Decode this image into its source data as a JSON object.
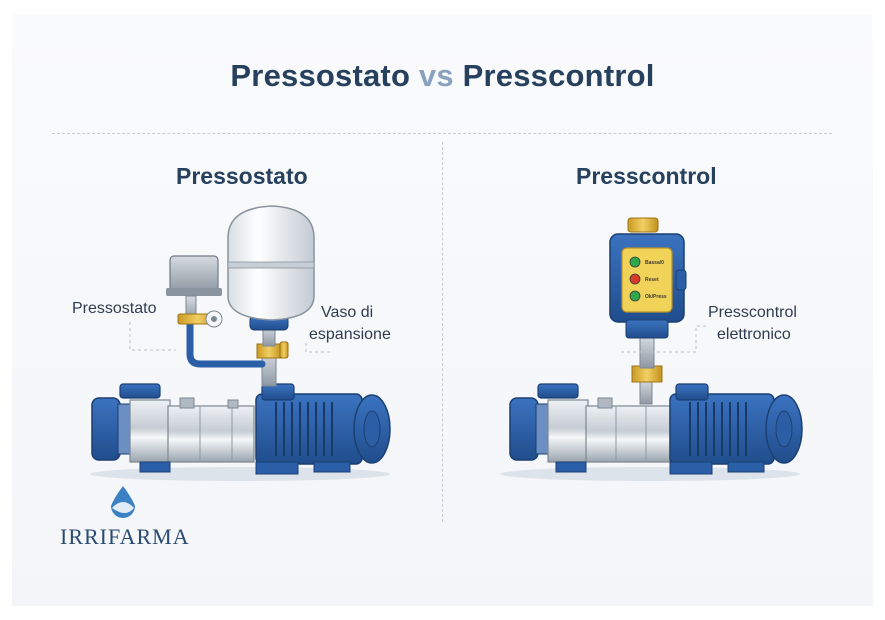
{
  "title": {
    "left": "Pressostato",
    "vs": "vs",
    "right": "Presscontrol"
  },
  "left_panel": {
    "heading": "Pressostato",
    "label_pressostato": "Pressostato",
    "label_vaso_line1": "Vaso di",
    "label_vaso_line2": "espansione"
  },
  "right_panel": {
    "heading": "Presscontrol",
    "label_line1": "Presscontrol",
    "label_line2": "elettronico",
    "panel_leds": [
      {
        "label": "Bassa/0",
        "color": "#2ea84a"
      },
      {
        "label": "Reset",
        "color": "#d63b2c"
      },
      {
        "label": "Ok/Press",
        "color": "#2ea84a"
      }
    ]
  },
  "brand": {
    "name": "IRRIFARMA"
  },
  "colors": {
    "pump_blue": "#2a5fa8",
    "pump_dark": "#1d447e",
    "steel": "#c9cfd6",
    "brass": "#e2b53b",
    "title": "#26405e"
  }
}
